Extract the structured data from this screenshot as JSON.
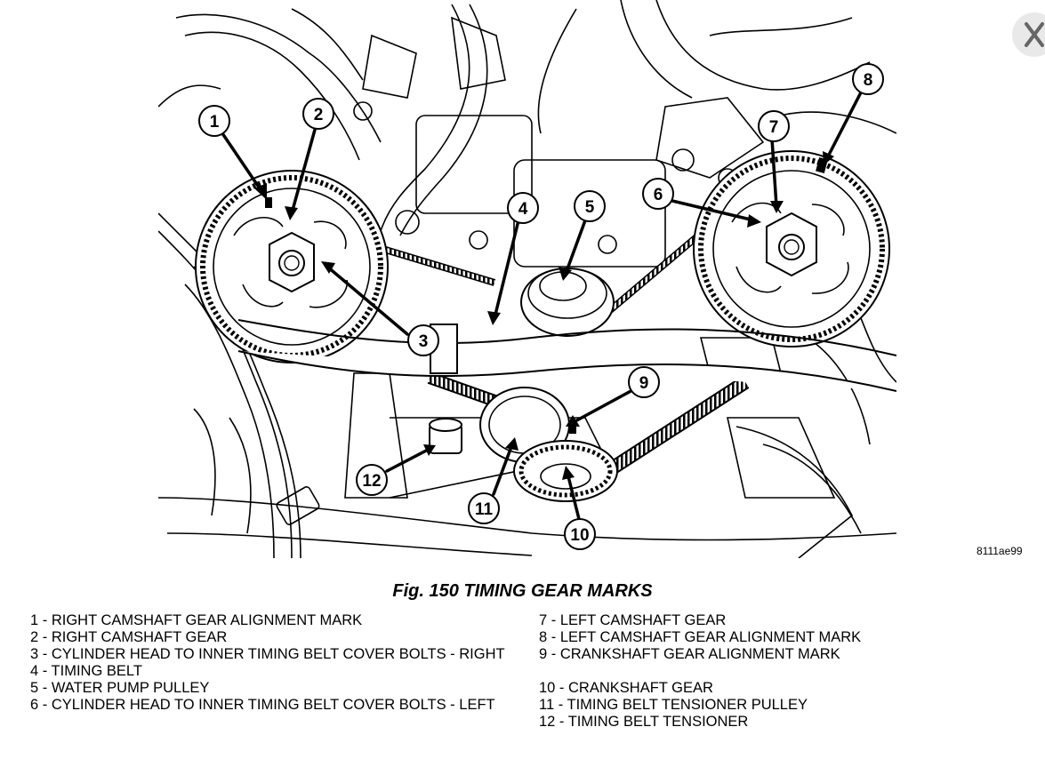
{
  "figure_id": "8111ae99",
  "title": "Fig. 150 TIMING GEAR MARKS",
  "callouts": [
    "1",
    "2",
    "3",
    "4",
    "5",
    "6",
    "7",
    "8",
    "9",
    "10",
    "11",
    "12"
  ],
  "legend_left": [
    "1 - RIGHT CAMSHAFT GEAR ALIGNMENT MARK",
    "2 - RIGHT CAMSHAFT GEAR",
    "3 - CYLINDER HEAD TO INNER TIMING BELT COVER BOLTS - RIGHT",
    "4 - TIMING BELT",
    "5 - WATER PUMP PULLEY",
    "6 - CYLINDER HEAD TO INNER TIMING BELT COVER BOLTS - LEFT"
  ],
  "legend_right": [
    "7 - LEFT CAMSHAFT GEAR",
    "8 - LEFT CAMSHAFT GEAR ALIGNMENT MARK",
    "9 - CRANKSHAFT GEAR ALIGNMENT MARK",
    "10 - CRANKSHAFT GEAR",
    "11 - TIMING BELT TENSIONER PULLEY",
    "12 - TIMING BELT TENSIONER"
  ],
  "close_icon": "close-icon"
}
